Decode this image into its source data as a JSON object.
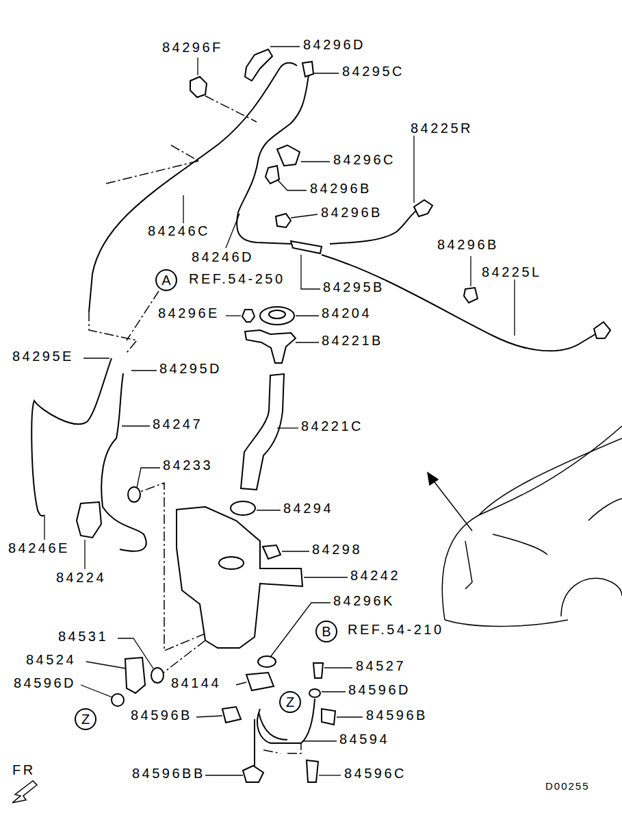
{
  "diagram": {
    "nodes": [
      {
        "text": [
          "A"
        ]
      },
      {
        "text": [
          "B"
        ]
      },
      {
        "text": [
          "Z"
        ]
      },
      {
        "text": [
          "Z"
        ]
      }
    ],
    "labels": [
      "84296F",
      "84296D",
      "84295C",
      "84225R",
      "84296C",
      "84296B",
      "84296B",
      "84246C",
      "84296B",
      "84246D",
      "84225L",
      "REF.54-250",
      "84295B",
      "84296E",
      "84204",
      "84221B",
      "84295E",
      "84295D",
      "84247",
      "84221C",
      "84233",
      "84294",
      "84246E",
      "84298",
      "84224",
      "84242",
      "84296K",
      "REF.54-210",
      "84531",
      "84524",
      "84527",
      "84596D",
      "84144",
      "84596D",
      "84596B",
      "84596B",
      "84594",
      "84596BB",
      "84596C",
      "FR",
      "D00255"
    ]
  }
}
